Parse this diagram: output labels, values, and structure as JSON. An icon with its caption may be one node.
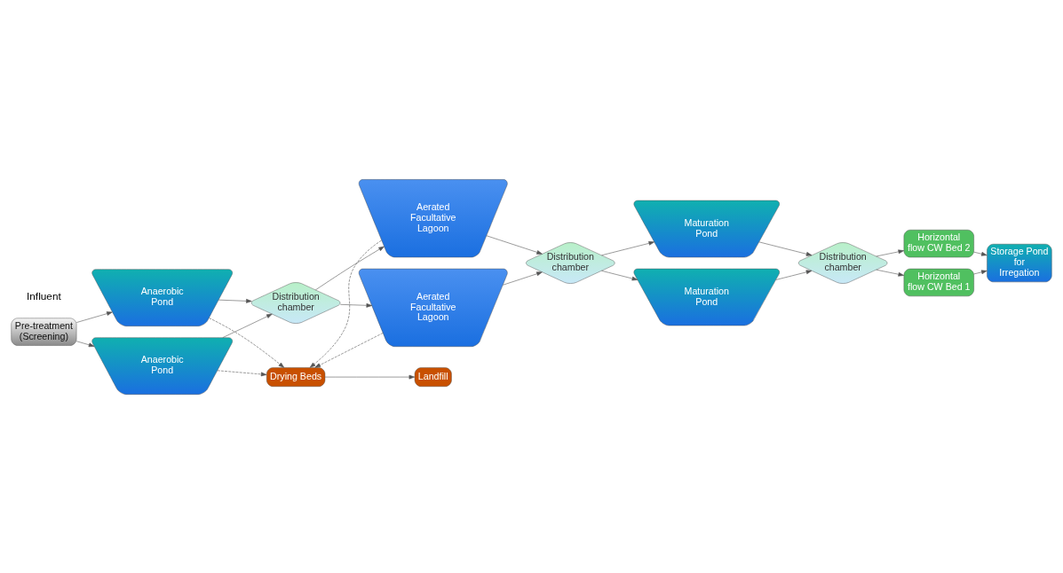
{
  "diagram": {
    "nodes": [
      {
        "text": [
          "Pre-treatment",
          "(Screening)"
        ]
      },
      {
        "text": [
          "Anaerobic Pond"
        ]
      },
      {
        "text": [
          "Anaerobic Pond"
        ]
      },
      {
        "text": [
          "Distribution chamber"
        ]
      },
      {
        "text": [
          "Aerated Facultative Lagoon"
        ]
      },
      {
        "text": [
          "Aerated Facultative Lagoon"
        ]
      },
      {
        "text": [
          "Distribution chamber"
        ]
      },
      {
        "text": [
          "Maturation Pond"
        ]
      },
      {
        "text": [
          "Maturation Pond"
        ]
      },
      {
        "text": [
          "Distribution chamber"
        ]
      },
      {
        "text": [
          "Horizontal flow CW Bed 2"
        ]
      },
      {
        "text": [
          "Horizontal flow CW Bed 1"
        ]
      },
      {
        "text": [
          "Storage Pond for Irregation"
        ]
      },
      {
        "text": [
          "Drying Beds"
        ]
      },
      {
        "text": [
          "Landfill"
        ]
      }
    ],
    "edges": [
      {
        "from": 0,
        "to": 1,
        "arrow": "to"
      },
      {
        "from": 0,
        "to": 2,
        "arrow": "to"
      },
      {
        "from": 1,
        "to": 3,
        "arrow": "to"
      },
      {
        "from": 2,
        "to": 3,
        "arrow": "to"
      },
      {
        "from": 3,
        "to": 4,
        "arrow": "to"
      },
      {
        "from": 3,
        "to": 5,
        "arrow": "to"
      },
      {
        "from": 4,
        "to": 6,
        "arrow": "to"
      },
      {
        "from": 5,
        "to": 6,
        "arrow": "to"
      },
      {
        "from": 6,
        "to": 7,
        "arrow": "to"
      },
      {
        "from": 6,
        "to": 8,
        "arrow": "to"
      },
      {
        "from": 7,
        "to": 9,
        "arrow": "to"
      },
      {
        "from": 8,
        "to": 9,
        "arrow": "to"
      },
      {
        "from": 9,
        "to": 10,
        "arrow": "to"
      },
      {
        "from": 9,
        "to": 11,
        "arrow": "to"
      },
      {
        "from": 10,
        "to": 12,
        "arrow": "to"
      },
      {
        "from": 11,
        "to": 12,
        "arrow": "to"
      },
      {
        "from": 1,
        "to": 13,
        "arrow": "to",
        "style": "dashed"
      },
      {
        "from": 2,
        "to": 13,
        "arrow": "to",
        "style": "dashed"
      },
      {
        "from": 4,
        "to": 13,
        "arrow": "to",
        "style": "dashed"
      },
      {
        "from": 5,
        "to": 13,
        "arrow": "to",
        "style": "dashed"
      },
      {
        "from": 13,
        "to": 14,
        "arrow": "to"
      }
    ],
    "labels": [
      "Influent"
    ]
  }
}
